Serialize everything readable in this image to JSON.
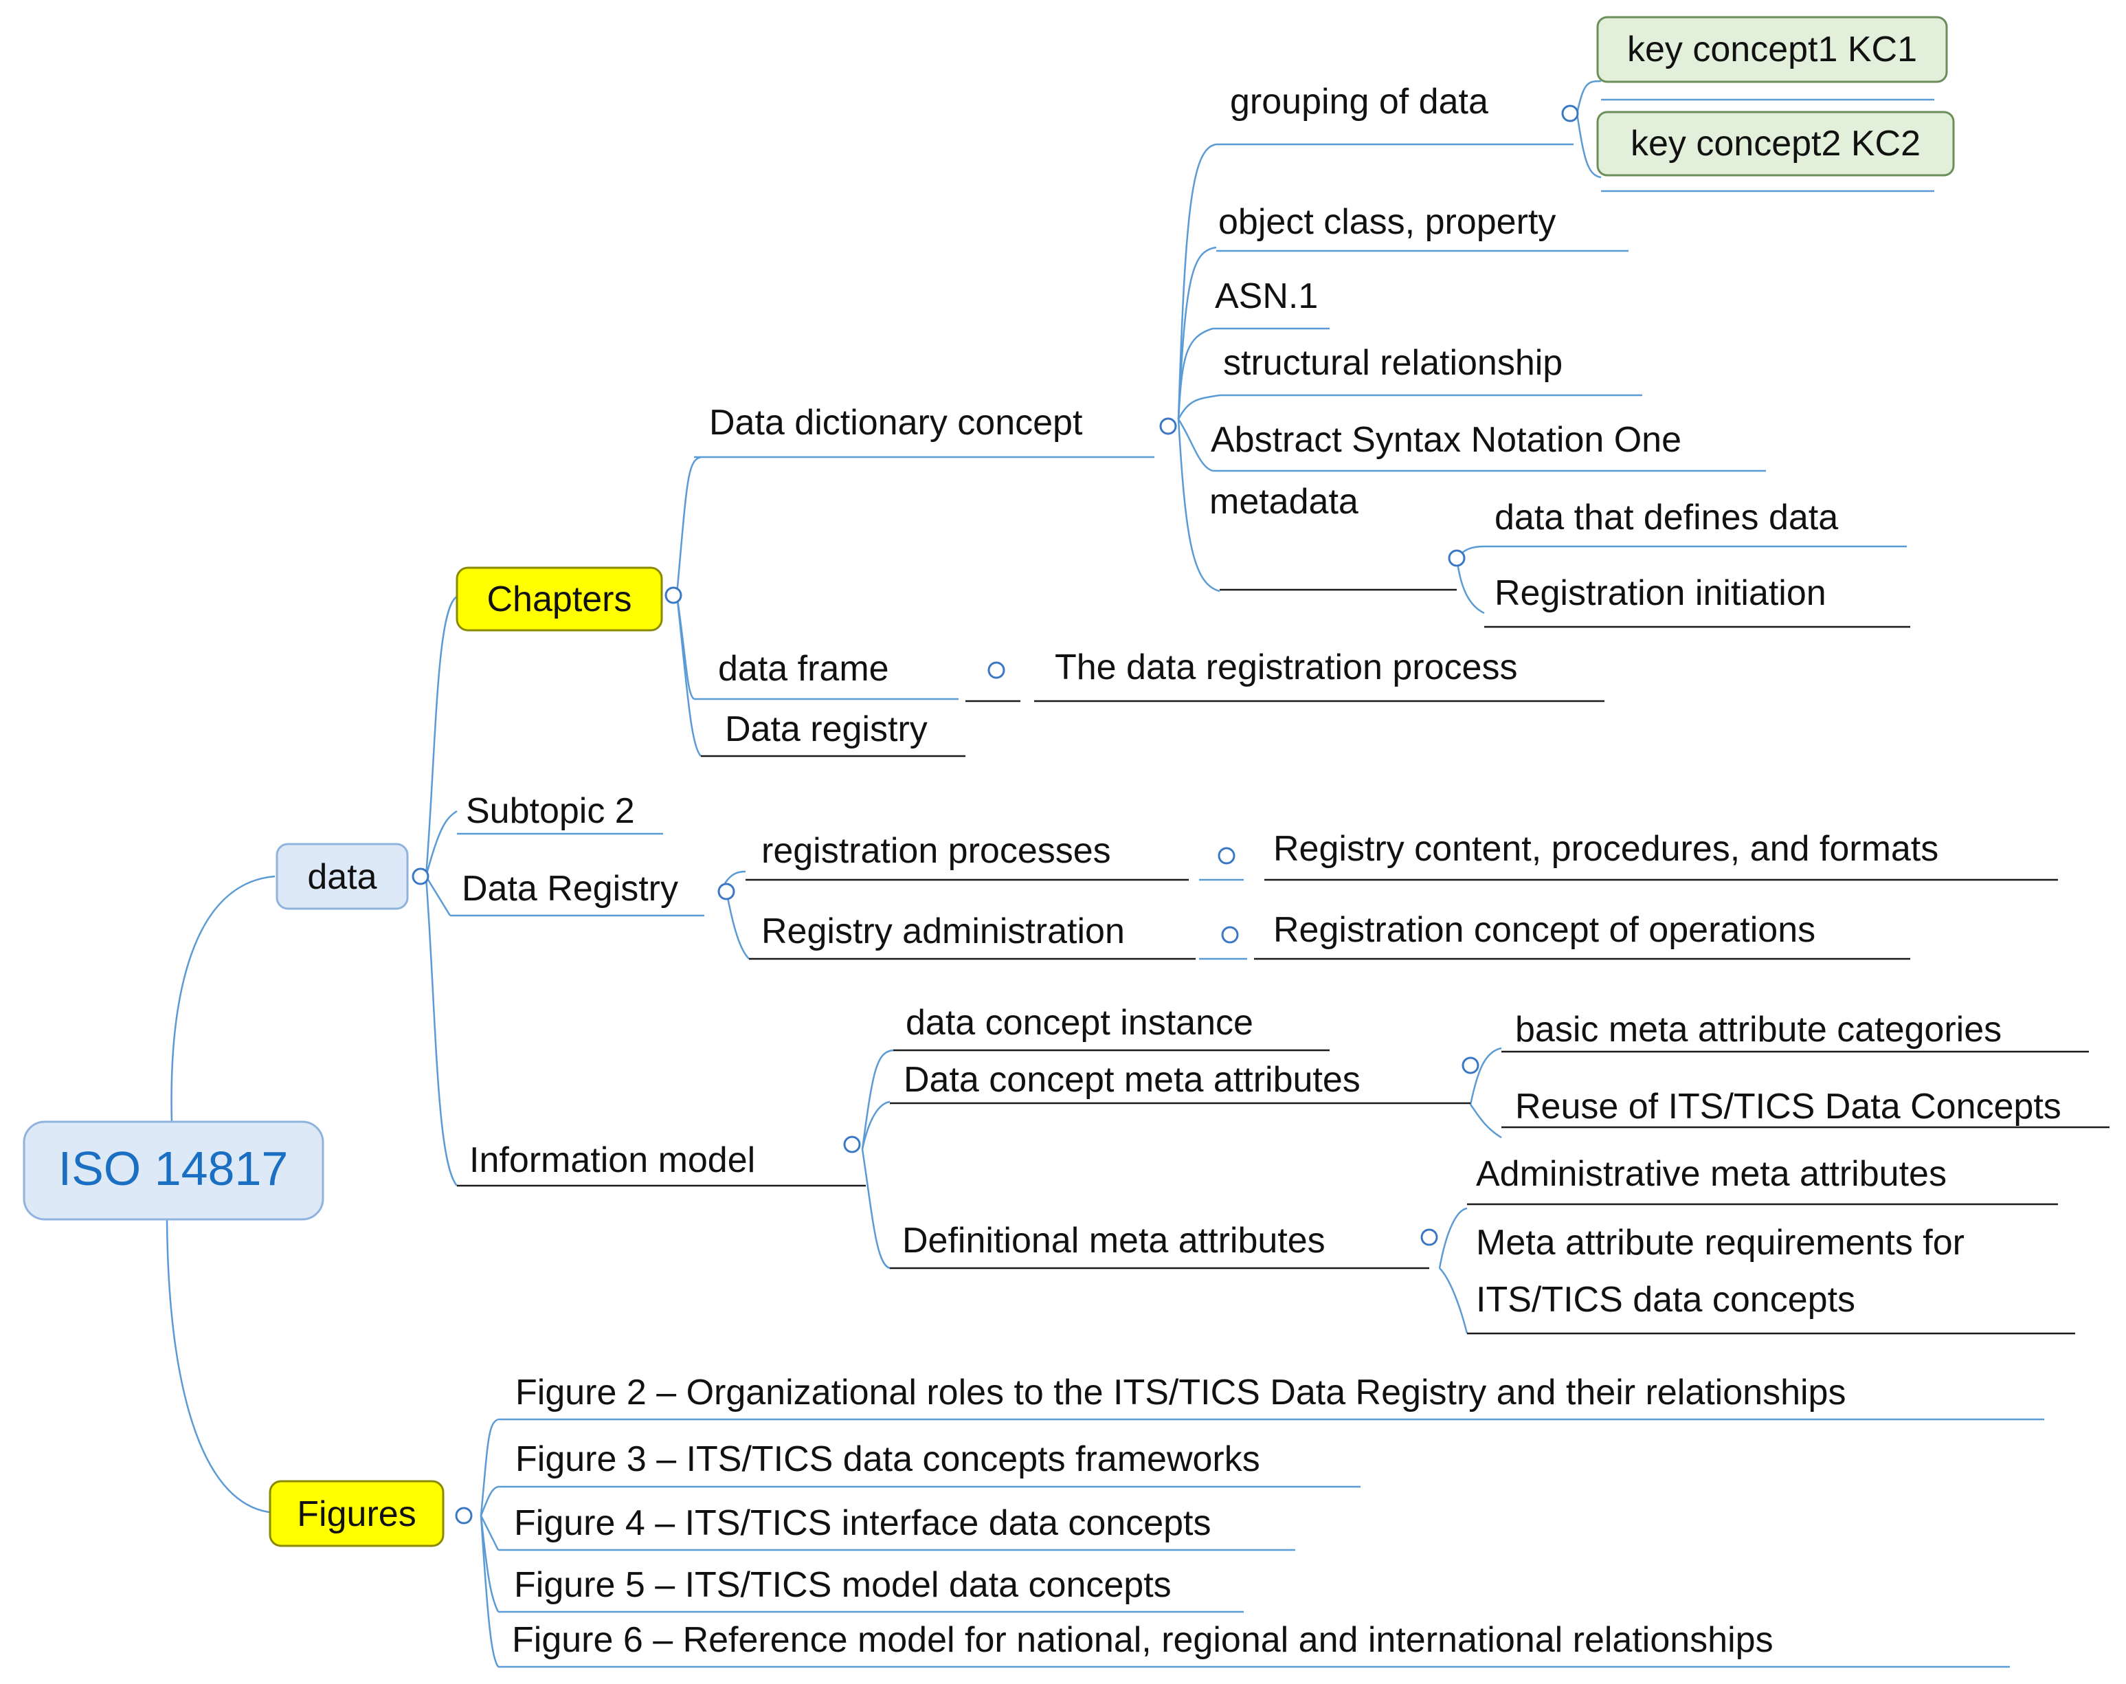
{
  "root": {
    "label": "ISO 14817"
  },
  "nodes": {
    "data": "data",
    "chapters": "Chapters",
    "figures": "Figures",
    "data_dictionary_concept": "Data dictionary concept",
    "grouping_of_data": "grouping of data",
    "key_concept1": "key concept1 KC1",
    "key_concept2": "key concept2 KC2",
    "object_class_property": "object class, property",
    "asn1": "ASN.1",
    "structural_relationship": "structural relationship",
    "abstract_syntax_notation_one": "Abstract Syntax Notation One",
    "metadata": "metadata",
    "data_that_defines_data": "data that defines data",
    "registration_initiation": "Registration initiation",
    "data_frame": "data frame",
    "data_registration_process": "The data registration process",
    "data_registry_lower": "Data registry",
    "subtopic_2": "Subtopic 2",
    "data_registry": "Data Registry",
    "registration_processes": "registration processes",
    "registry_content": "Registry content, procedures, and formats",
    "registry_administration": "Registry administration",
    "registration_concept_ops": "Registration concept of operations",
    "information_model": "Information model",
    "data_concept_instance": "data concept instance",
    "data_concept_meta_attributes": "Data concept meta attributes",
    "basic_meta_attribute_categories": "basic meta attribute categories",
    "reuse_its_tics": "Reuse of ITS/TICS Data Concepts",
    "definitional_meta_attributes": "Definitional meta attributes",
    "administrative_meta_attributes": "Administrative meta attributes",
    "meta_attribute_requirements_line1": "Meta attribute requirements for",
    "meta_attribute_requirements_line2": "ITS/TICS data concepts"
  },
  "figures": [
    "Figure 2 – Organizational roles to the ITS/TICS Data Registry and their relationships",
    "Figure 3 – ITS/TICS data concepts frameworks",
    "Figure 4 – ITS/TICS interface data concepts",
    "Figure 5 – ITS/TICS model data concepts",
    "Figure 6 – Reference model for national, regional and international relationships"
  ],
  "colors": {
    "root_fill": "#dde9f7",
    "root_text": "#1a6fc2",
    "topic_fill": "#dde9f7",
    "highlight_fill": "#ffff00",
    "key_concept_fill": "#e2efda",
    "connector_blue": "#5b9bd5",
    "underline_dark": "#1a1a1a"
  }
}
